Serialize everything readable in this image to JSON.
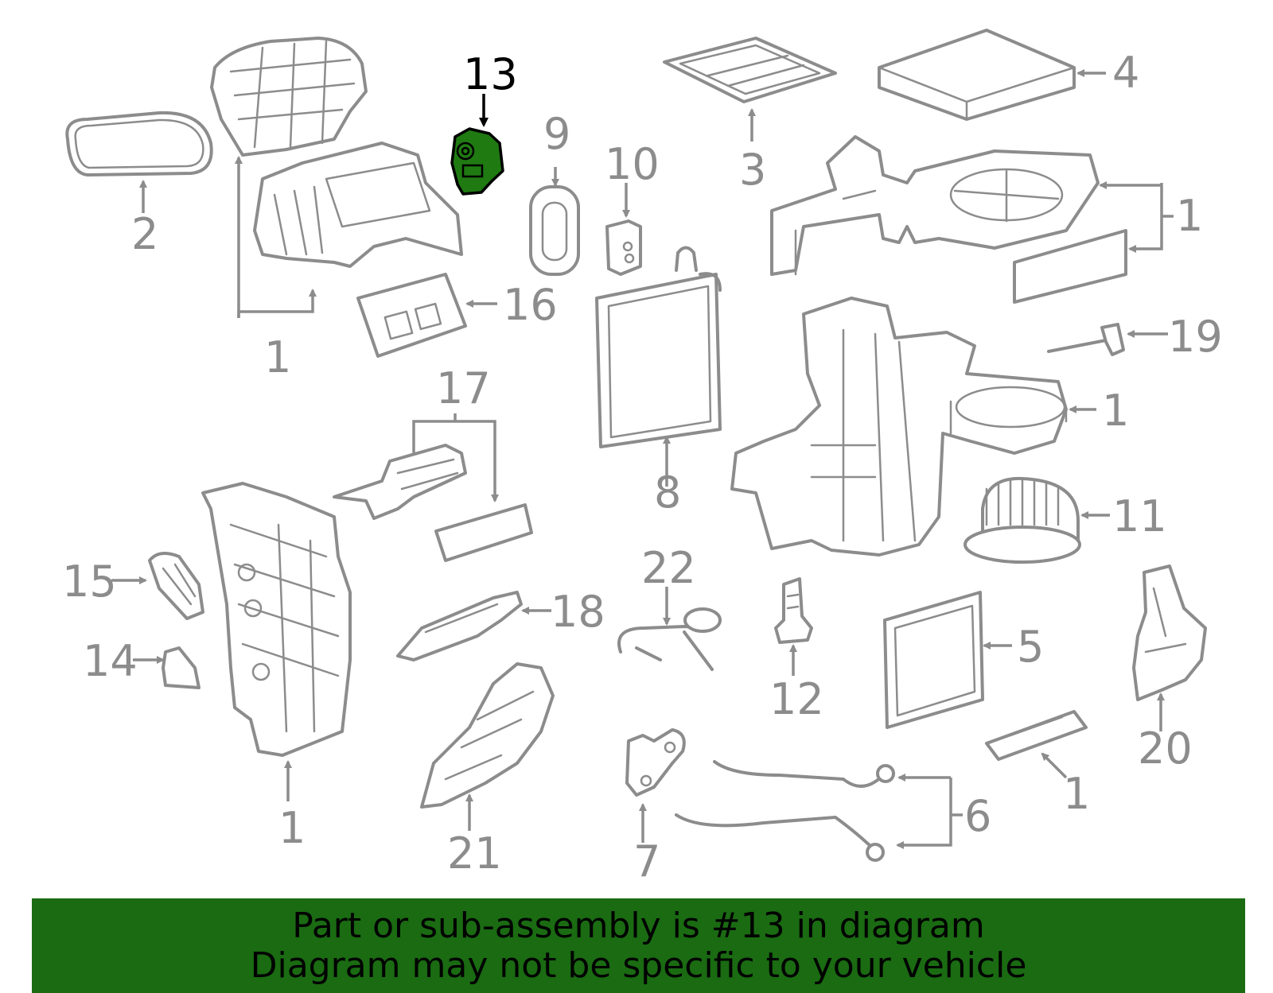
{
  "callouts": {
    "c13": "13",
    "c2": "2",
    "c1a": "1",
    "c16": "16",
    "c9": "9",
    "c10": "10",
    "c3": "3",
    "c4": "4",
    "c1b": "1",
    "c19": "19",
    "c1c": "1",
    "c8": "8",
    "c17": "17",
    "c11": "11",
    "c15": "15",
    "c14": "14",
    "c18": "18",
    "c22": "22",
    "c1d": "1",
    "c5": "5",
    "c12": "12",
    "c20": "20",
    "c21": "21",
    "c7": "7",
    "c6": "6",
    "c1e": "1"
  },
  "banner": {
    "line1": "Part or sub-assembly is #13 in diagram",
    "line2": "Diagram may not be specific to your vehicle"
  },
  "colors": {
    "line_art": "#8c8c8c",
    "highlight_part": "#1f7a12",
    "banner_background": "#1a6b12",
    "banner_text": "#000000"
  }
}
